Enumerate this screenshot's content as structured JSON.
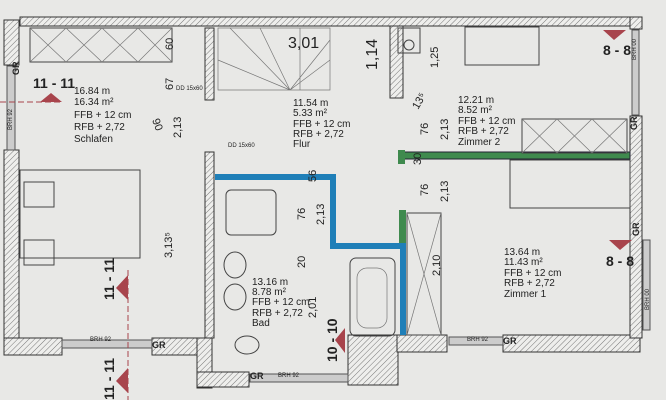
{
  "colors": {
    "background": "#e8e8e6",
    "wall_new_blue": "#1f7fb8",
    "wall_new_green": "#3f8a4e",
    "section_marker": "#a8444c"
  },
  "stair": {
    "number": "3,01",
    "width": "1,14"
  },
  "rooms": [
    {
      "name": "Schlafen",
      "perimeter": "16.84 m",
      "area": "16.34 m²",
      "ffb": "FFB + 12 cm",
      "rfb": "RFB + 2,72"
    },
    {
      "name": "Flur",
      "perimeter": "11.54 m",
      "area": "5.33 m²",
      "ffb": "FFB + 12 cm",
      "rfb": "RFB + 2,72"
    },
    {
      "name": "Zimmer 2",
      "perimeter": "12.21 m",
      "area": "8.52 m²",
      "ffb": "FFB + 12 cm",
      "rfb": "RFB + 2,72"
    },
    {
      "name": "Bad",
      "perimeter": "13.16 m",
      "area": "8.78 m²",
      "ffb": "FFB + 12 cm",
      "rfb": "RFB + 2,72"
    },
    {
      "name": "Zimmer 1",
      "perimeter": "13.64 m",
      "area": "11.43 m²",
      "ffb": "FFB + 12 cm",
      "rfb": "RFB + 2,72"
    }
  ],
  "dimensions": {
    "schlafen": [
      "60",
      "67",
      "90",
      "2,13",
      "3,13⁵"
    ],
    "zimmer2": [
      "1,25",
      "13⁵",
      "76",
      "2,13",
      "30",
      "76",
      "2,13"
    ],
    "bad": [
      "56",
      "76",
      "2,13",
      "20",
      "2,01"
    ],
    "zimmer1": [
      "2,10"
    ]
  },
  "sections": {
    "s11": "11 - 11",
    "s8": "8 - 8",
    "s10": "10 - 10"
  },
  "labels": {
    "gr": "GR",
    "brh92": "BRH 92",
    "brh00": "BRH 00",
    "dd": "DD 15x60"
  }
}
